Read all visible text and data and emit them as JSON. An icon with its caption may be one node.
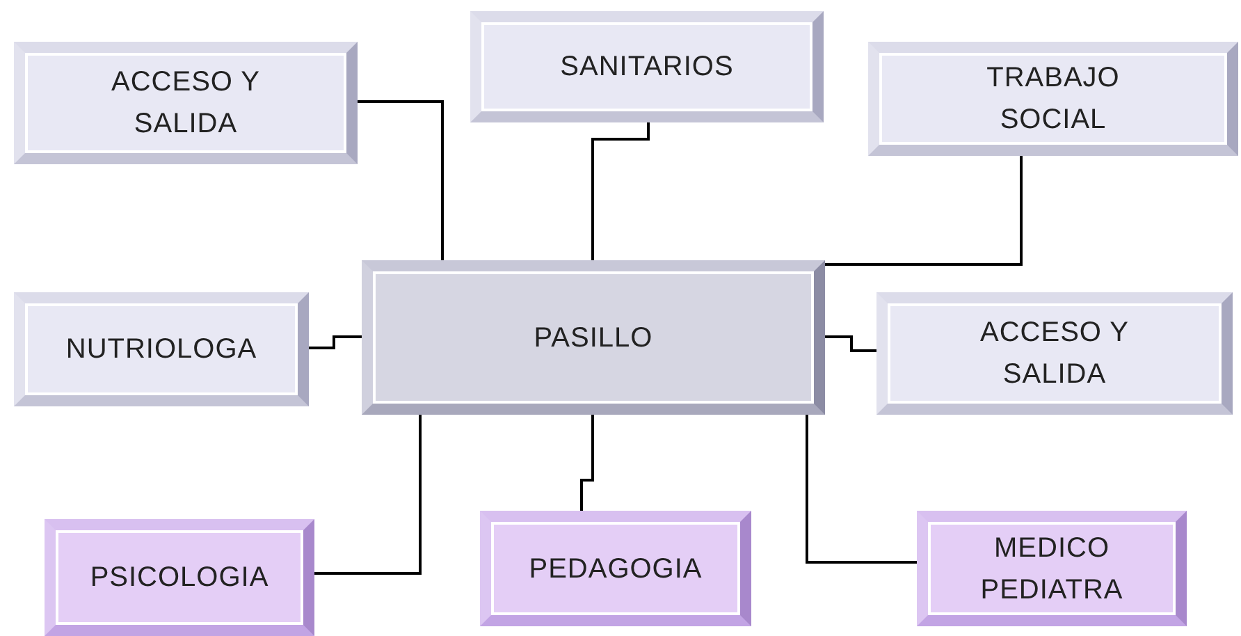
{
  "diagram": {
    "nodes": [
      {
        "text": [
          "ACCESO Y SALIDA"
        ]
      },
      {
        "text": [
          "SANITARIOS"
        ]
      },
      {
        "text": [
          "TRABAJO SOCIAL"
        ]
      },
      {
        "text": [
          "NUTRIOLOGA"
        ]
      },
      {
        "text": [
          "PASILLO"
        ]
      },
      {
        "text": [
          "ACCESO Y SALIDA"
        ]
      },
      {
        "text": [
          "PSICOLOGIA"
        ]
      },
      {
        "text": [
          "PEDAGOGIA"
        ]
      },
      {
        "text": [
          "MEDICO PEDIATRA"
        ]
      }
    ],
    "edges": [
      {
        "from": 0,
        "to": 4,
        "arrow": "none"
      },
      {
        "from": 1,
        "to": 4,
        "arrow": "none"
      },
      {
        "from": 2,
        "to": 4,
        "arrow": "none"
      },
      {
        "from": 3,
        "to": 4,
        "arrow": "none"
      },
      {
        "from": 4,
        "to": 5,
        "arrow": "none"
      },
      {
        "from": 6,
        "to": 4,
        "arrow": "none"
      },
      {
        "from": 7,
        "to": 4,
        "arrow": "none"
      },
      {
        "from": 8,
        "to": 4,
        "arrow": "none"
      }
    ]
  }
}
